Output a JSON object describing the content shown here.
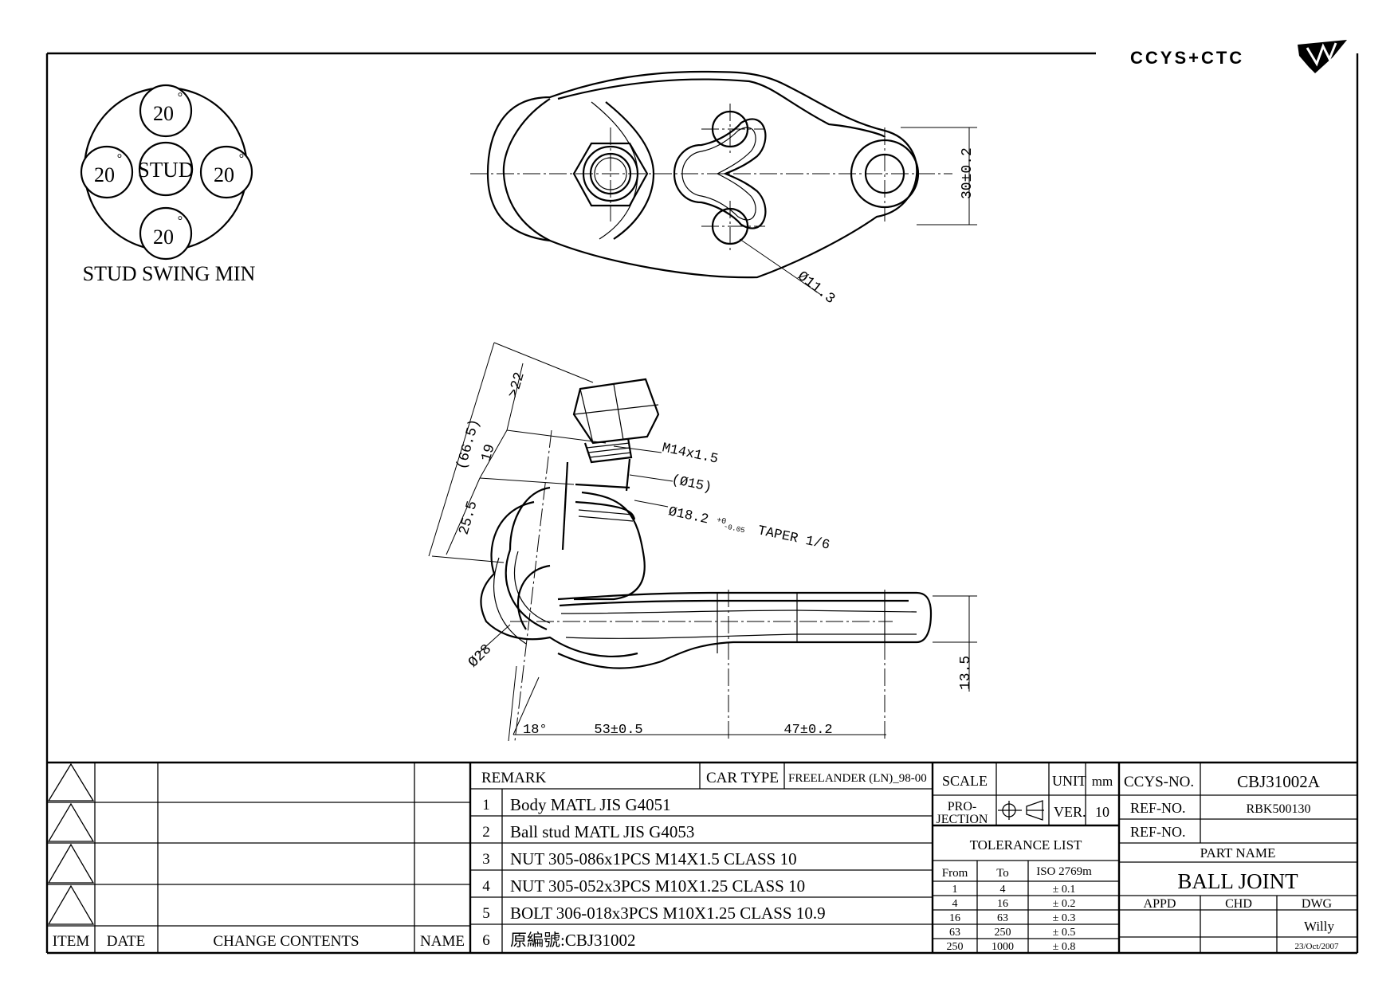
{
  "logo": {
    "text": "CCYS+CTC"
  },
  "swing": {
    "label": "STUD SWING MIN",
    "center": "STUD",
    "top": "20",
    "left": "20",
    "right": "20",
    "bottom": "20",
    "degree": "°"
  },
  "dimensions": {
    "top_view": {
      "hole_pitch": "30±0.2",
      "hole_dia": "Ø11.3"
    },
    "side_view": {
      "overall": "(66.5)",
      "nut_height": ">22",
      "thread_len": "19",
      "taper_len": "25.5",
      "thread": "M14x1.5",
      "shank": "(Ø15)",
      "taper": "Ø18.2",
      "taper_tol_upper": "+0",
      "taper_tol_lower": "-0.05",
      "taper_ratio": "TAPER 1/6",
      "ball_dia": "Ø28",
      "angle": "18°",
      "len_a": "53±0.5",
      "len_b": "47±0.2",
      "arm_height": "13.5"
    }
  },
  "revision_table": {
    "headers": {
      "item": "ITEM",
      "date": "DATE",
      "contents": "CHANGE CONTENTS",
      "name": "NAME"
    }
  },
  "remarks": {
    "header": "REMARK",
    "car_type_label": "CAR TYPE",
    "car_type": "FREELANDER (LN)_98-00",
    "items": [
      {
        "no": "1",
        "text": "Body MATL JIS G4051"
      },
      {
        "no": "2",
        "text": "Ball stud MATL JIS G4053"
      },
      {
        "no": "3",
        "text": "NUT 305-086x1PCS M14X1.5 CLASS 10"
      },
      {
        "no": "4",
        "text": "NUT 305-052x3PCS M10X1.25 CLASS 10"
      },
      {
        "no": "5",
        "text": "BOLT 306-018x3PCS M10X1.25 CLASS 10.9"
      },
      {
        "no": "6",
        "text": "原編號:CBJ31002"
      }
    ]
  },
  "spec": {
    "scale_label": "SCALE",
    "unit_label": "UNIT",
    "unit": "mm",
    "projection_label_1": "PRO-",
    "projection_label_2": "JECTION",
    "ver_label": "VER.",
    "ver": "10",
    "tolerance_title": "TOLERANCE LIST",
    "tol_headers": {
      "from": "From",
      "to": "To",
      "iso": "ISO 2769m"
    },
    "tolerances": [
      {
        "from": "1",
        "to": "4",
        "tol": "± 0.1"
      },
      {
        "from": "4",
        "to": "16",
        "tol": "± 0.2"
      },
      {
        "from": "16",
        "to": "63",
        "tol": "± 0.3"
      },
      {
        "from": "63",
        "to": "250",
        "tol": "± 0.5"
      },
      {
        "from": "250",
        "to": "1000",
        "tol": "± 0.8"
      }
    ]
  },
  "title_block": {
    "ccys_label": "CCYS-NO.",
    "ccys_no": "CBJ31002A",
    "ref_label": "REF-NO.",
    "ref_no": "RBK500130",
    "ref_label_2": "REF-NO.",
    "ref_no_2": "",
    "part_name_label": "PART NAME",
    "part_name": "BALL JOINT",
    "appd": "APPD",
    "chd": "CHD",
    "dwg": "DWG",
    "drawer": "Willy",
    "date": "23/Oct/2007"
  }
}
